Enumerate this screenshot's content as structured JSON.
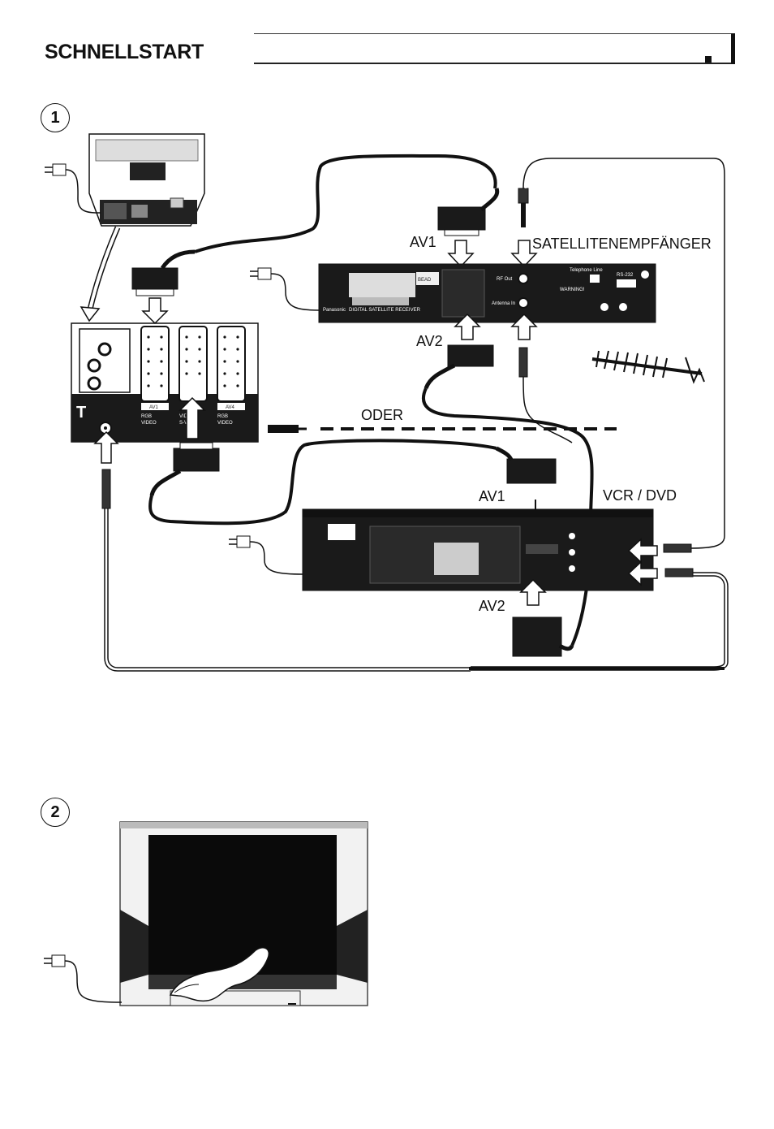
{
  "header": {
    "title": "SCHNELLSTART"
  },
  "steps": {
    "step1": "1",
    "step2": "2"
  },
  "diagram": {
    "labels": {
      "sat_av1": "AV1",
      "sat_av2": "AV2",
      "satellite_receiver": "SATELLITENEMPFÄNGER",
      "oder": "ODER",
      "vcr_av1": "AV1",
      "vcr_av2": "AV2",
      "vcr_dvd": "VCR / DVD"
    },
    "tv_panel": {
      "av1": "AV1",
      "av4": "AV4",
      "rgb": "RGB",
      "video": "VIDEO",
      "svideo": "S-V",
      "vid": "VID"
    },
    "receiver_panel": {
      "rf_out": "RF Out",
      "rf_in": "Antenna In",
      "warning": "WARNING!",
      "telephone": "Telephone Line",
      "rs232": "RS-232",
      "brand": "Panasonic",
      "model_line": "DIGITAL SATELLITE RECEIVER",
      "bead": "BEAD"
    }
  },
  "colors": {
    "ink": "#111111",
    "device_dark": "#1a1a1a",
    "screen": "#0a0a0a"
  }
}
